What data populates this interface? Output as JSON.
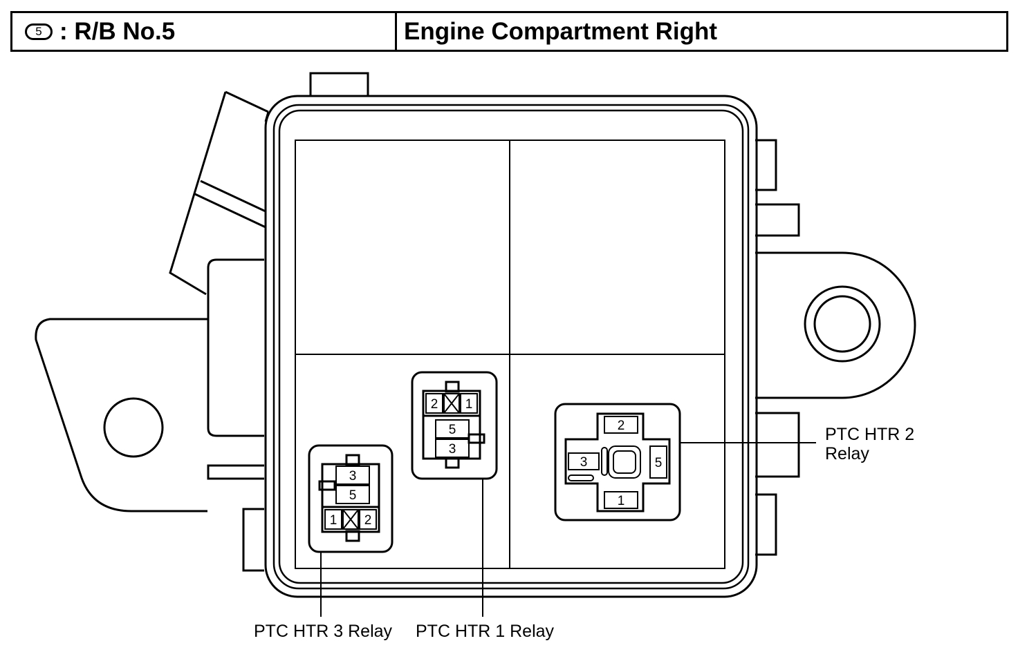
{
  "header": {
    "badge": "5",
    "title": ": R/B No.5",
    "location": "Engine Compartment Right"
  },
  "relays": {
    "htr1": {
      "pins": [
        "2",
        "1",
        "5",
        "3"
      ],
      "label": "PTC HTR 1 Relay"
    },
    "htr2": {
      "pins": [
        "2",
        "3",
        "5",
        "1"
      ],
      "label_line1": "PTC HTR 2",
      "label_line2": "Relay"
    },
    "htr3": {
      "pins": [
        "3",
        "5",
        "1",
        "2"
      ],
      "label": "PTC HTR 3 Relay"
    }
  }
}
